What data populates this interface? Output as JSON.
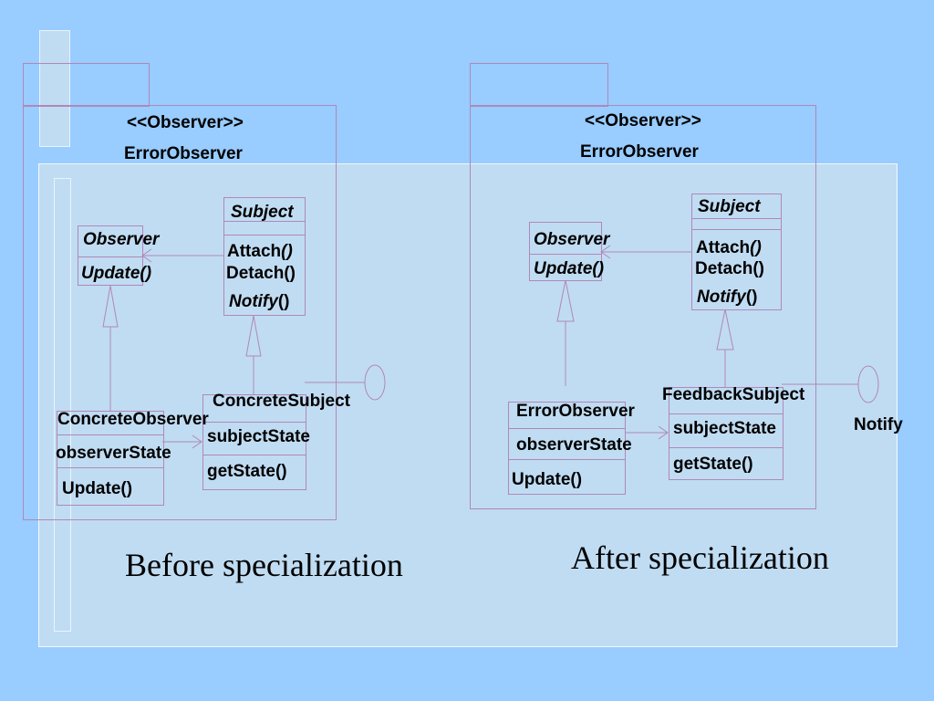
{
  "left": {
    "stereotype": "<<Observer>>",
    "package_name": "ErrorObserver",
    "observer": {
      "name": "Observer",
      "method": "Update()"
    },
    "subject": {
      "name": "Subject",
      "attach": "Attach",
      "attach_parens": "()",
      "detach": "Detach()",
      "notify": "Notify",
      "notify_parens": "()"
    },
    "concrete_subject": {
      "name": "ConcreteSubject",
      "attribute": "subjectState",
      "method": "getState()"
    },
    "concrete_observer": {
      "name": "ConcreteObserver",
      "attribute": "observerState",
      "method": "Update()"
    },
    "caption": "Before specialization"
  },
  "right": {
    "stereotype": "<<Observer>>",
    "package_name": "ErrorObserver",
    "observer": {
      "name": "Observer",
      "method": "Update()"
    },
    "subject": {
      "name": "Subject",
      "attach": "Attach",
      "attach_parens": "()",
      "detach": "Detach()",
      "notify": "Notify",
      "notify_parens": "()"
    },
    "concrete_subject": {
      "name": "FeedbackSubject",
      "attribute": "subjectState",
      "method": "getState()"
    },
    "concrete_observer": {
      "name": "ErrorObserver",
      "attribute": "observerState",
      "method": "Update()"
    },
    "interface_label": "Notify",
    "caption": "After specialization"
  }
}
